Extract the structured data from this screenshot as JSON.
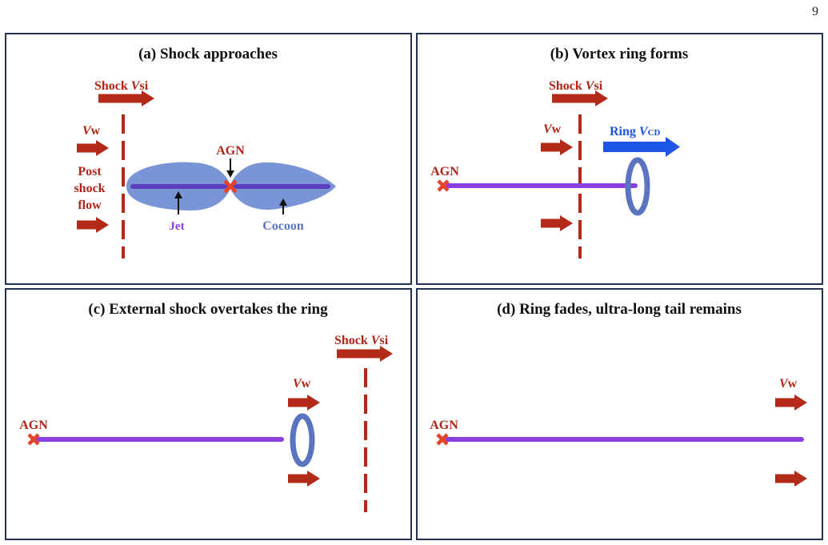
{
  "page_number": "9",
  "colors": {
    "frame": "#233350",
    "red_label": "#b02416",
    "arrow_red": "#b42a18",
    "jet_purple": "#8a3fe0",
    "cocoon_blue": "#7a95d6",
    "ring_blue": "#5a74c0",
    "ring_arrow_blue": "#1f55e6",
    "agn_marker": "#e8422a"
  },
  "panels": {
    "a": {
      "title": "(a) Shock approaches",
      "shock_word": "Shock",
      "shock_v": "V",
      "shock_sub": "si",
      "vw_v": "V",
      "vw_sub": "w",
      "post_shock_flow": [
        "Post",
        "shock",
        "flow"
      ],
      "agn": "AGN",
      "jet": "Jet",
      "cocoon": "Cocoon"
    },
    "b": {
      "title": "(b) Vortex ring forms",
      "shock_word": "Shock",
      "shock_v": "V",
      "shock_sub": "si",
      "vw_v": "V",
      "vw_sub": "w",
      "ring_word": "Ring",
      "ring_v": "V",
      "ring_sub": "CD",
      "agn": "AGN"
    },
    "c": {
      "title": "(c) External shock overtakes the ring",
      "shock_word": "Shock",
      "shock_v": "V",
      "shock_sub": "si",
      "vw_v": "V",
      "vw_sub": "w",
      "agn": "AGN"
    },
    "d": {
      "title": "(d) Ring fades, ultra-long tail remains",
      "vw_v": "V",
      "vw_sub": "w",
      "agn": "AGN"
    }
  }
}
